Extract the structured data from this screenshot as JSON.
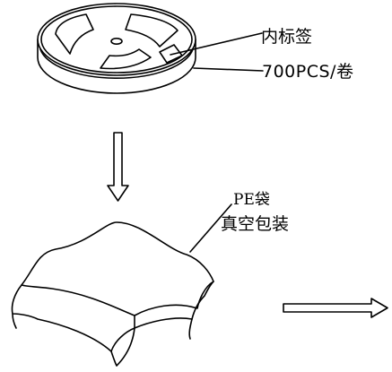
{
  "labels": {
    "inner_label": "内标签",
    "quantity": "700PCS/卷",
    "bag_type": "PE袋",
    "vacuum_pack": "真空包装"
  },
  "colors": {
    "line": "#000000",
    "background": "#ffffff"
  },
  "icons": {
    "reel": "reel-icon",
    "vacuum_bag": "vacuum-bag-icon",
    "down_arrow": "down-arrow-icon",
    "right_arrow": "right-arrow-icon"
  }
}
